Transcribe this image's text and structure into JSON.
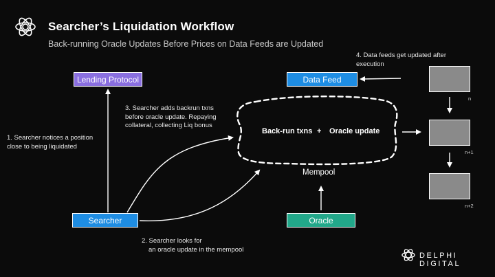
{
  "header": {
    "title": "Searcher’s Liquidation Workflow",
    "subtitle": "Back-running Oracle Updates Before Prices on Data Feeds are Updated"
  },
  "nodes": {
    "lending_protocol": "Lending Protocol",
    "data_feed": "Data Feed",
    "searcher": "Searcher",
    "oracle": "Oracle",
    "mempool": "Mempool",
    "backrun_txns": "Back-run txns",
    "plus": "+",
    "oracle_update": "Oracle update"
  },
  "steps": {
    "step1_line1": "1. Searcher notices a position",
    "step1_line2": "close to being liquidated",
    "step2_line1": "2. Searcher looks for",
    "step2_line2": "an oracle update in the mempool",
    "step3_line1": "3. Searcher adds backrun txns",
    "step3_line2": "before oracle update. Repaying",
    "step3_line3": "collateral, collecting Liq bonus",
    "step4_line1": "4. Data feeds get updated after",
    "step4_line2": "execution"
  },
  "blocks": [
    "n",
    "n+1",
    "n+2"
  ],
  "brand": "DELPHI DIGITAL",
  "colors": {
    "background": "#0b0b0b",
    "lending": "#8a6fe0",
    "data_feed": "#1e8de3",
    "searcher": "#1e8de3",
    "oracle": "#22a88a",
    "block": "#8a8a8a"
  }
}
